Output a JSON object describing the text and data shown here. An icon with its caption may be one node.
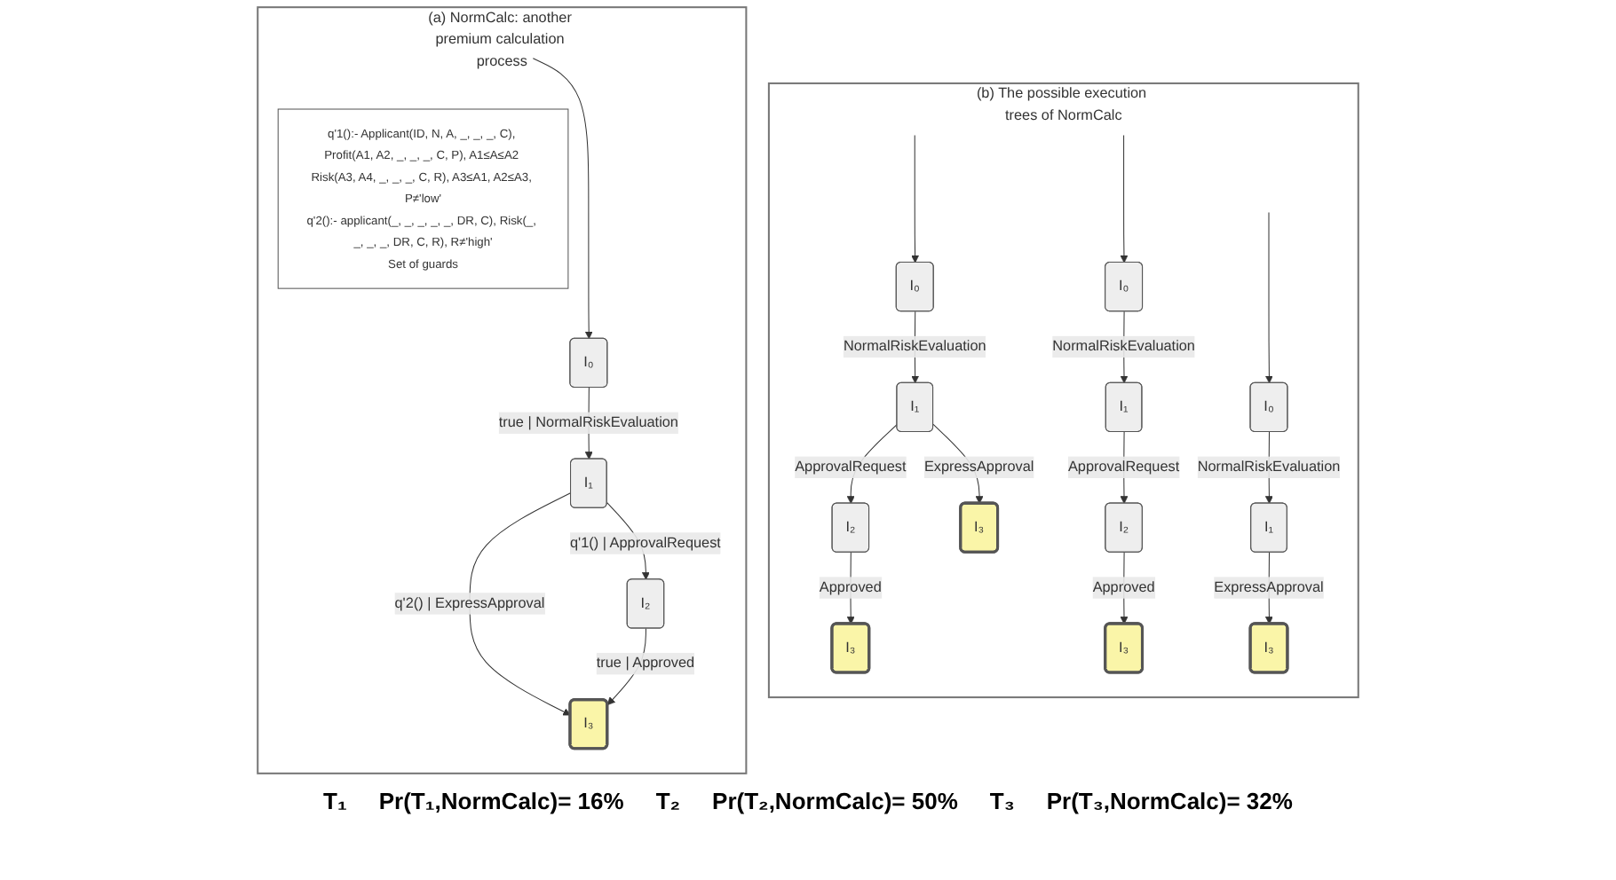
{
  "diagram": {
    "nodes": [
      {
        "text": [
          "(a) NormCalc: another premium calculation process"
        ]
      },
      {
        "text": [
          "I₀"
        ],
        "in": 0
      },
      {
        "text": [
          "I₁"
        ],
        "in": 0
      },
      {
        "text": [
          "I₂"
        ],
        "in": 0
      },
      {
        "text": [
          "I₃"
        ],
        "in": 0
      },
      {
        "text": [
          "q'1():- Applicant(ID, N, A, _, _, _, C), Profit(A1, A2, _, _, _, C, P), A1≤A≤A2 Risk(A3, A4, _, _, _, C, R), A3≤A1, A2≤A3, P≠'low'",
          "q'2():- applicant(_, _, _, _, _, DR, C), Risk(_, _, _, _, DR, C, R), R≠'high'",
          "Set of guards"
        ],
        "in": 0
      },
      {
        "text": [
          "(b) The possible execution trees of NormCalc"
        ]
      },
      {
        "text": [
          "I₀"
        ],
        "in": 6
      },
      {
        "text": [
          "I₁"
        ],
        "in": 6
      },
      {
        "text": [
          "I₂"
        ],
        "in": 6
      },
      {
        "text": [
          "I₃"
        ],
        "in": 6
      },
      {
        "text": [
          "I₃"
        ],
        "in": 6
      },
      {
        "text": [
          "I₀"
        ],
        "in": 6
      },
      {
        "text": [
          "I₁"
        ],
        "in": 6
      },
      {
        "text": [
          "I₂"
        ],
        "in": 6
      },
      {
        "text": [
          "I₃"
        ],
        "in": 6
      },
      {
        "text": [
          "I₀"
        ],
        "in": 6
      },
      {
        "text": [
          "I₁"
        ],
        "in": 6
      },
      {
        "text": [
          "I₃"
        ],
        "in": 6
      }
    ],
    "edges": [
      {
        "from": null,
        "to": 1,
        "arrow": "to"
      },
      {
        "from": 1,
        "to": 2,
        "arrow": "to",
        "label": "true | NormalRiskEvaluation"
      },
      {
        "from": 2,
        "to": 3,
        "arrow": "to",
        "label": "q'1() | ApprovalRequest"
      },
      {
        "from": 2,
        "to": 4,
        "arrow": "to",
        "label": "q'2() | ExpressApproval"
      },
      {
        "from": 3,
        "to": 4,
        "arrow": "to",
        "label": "true | Approved"
      },
      {
        "from": null,
        "to": 7,
        "arrow": "to"
      },
      {
        "from": 7,
        "to": 8,
        "arrow": "to",
        "label": "NormalRiskEvaluation"
      },
      {
        "from": 8,
        "to": 9,
        "arrow": "to",
        "label": "ApprovalRequest"
      },
      {
        "from": 8,
        "to": 11,
        "arrow": "to",
        "label": "ExpressApproval"
      },
      {
        "from": 9,
        "to": 10,
        "arrow": "to",
        "label": "Approved"
      },
      {
        "from": null,
        "to": 12,
        "arrow": "to"
      },
      {
        "from": 12,
        "to": 13,
        "arrow": "to",
        "label": "NormalRiskEvaluation"
      },
      {
        "from": 13,
        "to": 14,
        "arrow": "to",
        "label": "ApprovalRequest"
      },
      {
        "from": 14,
        "to": 15,
        "arrow": "to",
        "label": "Approved"
      },
      {
        "from": null,
        "to": 16,
        "arrow": "to"
      },
      {
        "from": 16,
        "to": 17,
        "arrow": "to",
        "label": "NormalRiskEvaluation"
      },
      {
        "from": 17,
        "to": 18,
        "arrow": "to",
        "label": "ExpressApproval"
      }
    ],
    "labels": [
      "T₁",
      "Pr(T₁,NormCalc)= 16%",
      "T₂",
      "Pr(T₂,NormCalc)= 50%",
      "T₃",
      "Pr(T₃,NormCalc)= 32%"
    ]
  }
}
